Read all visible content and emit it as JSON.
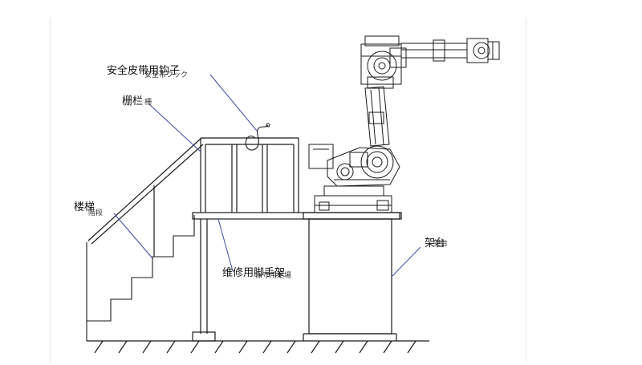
{
  "labels": {
    "hook_zh": "安全皮带用钩子",
    "hook_jp": "安全帯フック",
    "railing_zh": "栅栏",
    "railing_jp": "柵",
    "stairs_zh": "楼梯",
    "stairs_jp": "階段",
    "platform_zh": "维修用脚手架",
    "platform_jp": "保守用足場",
    "stand_zh": "架台",
    "stand_jp": "架台"
  },
  "colors": {
    "line": "#1a1a1a",
    "leader": "#3a4aa0",
    "frame": "#e6e6e6"
  }
}
